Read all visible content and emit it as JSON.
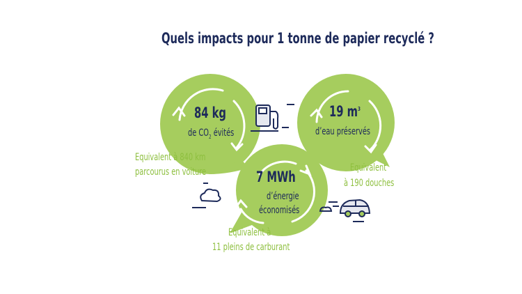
{
  "title": "Quels impacts pour 1 tonne de papier recyclé ?",
  "colors": {
    "green": "#a6cd5e",
    "navy": "#1d2a5a",
    "equiv_text": "#8dbf3e"
  },
  "bubbles": [
    {
      "value": "84 kg",
      "label_pre": "de CO",
      "label_sub": "2",
      "label_post": " évités",
      "equivalent_line1": "Equivalent à  840 km",
      "equivalent_line2": "parcourus  en voiture"
    },
    {
      "value": "19 m",
      "value_sup": "3",
      "label": "d’eau préservés",
      "equivalent_line1": "Equivalent",
      "equivalent_line2": "à 190 douches"
    },
    {
      "value": "7 MWh",
      "label_line1": "d’énergie",
      "label_line2": "économisés",
      "equivalent_line1": "Equivalent à",
      "equivalent_line2": "11 pleins de carburant"
    }
  ],
  "icons": [
    "fuel-pump-icon",
    "cloud-icon",
    "car-icon"
  ]
}
